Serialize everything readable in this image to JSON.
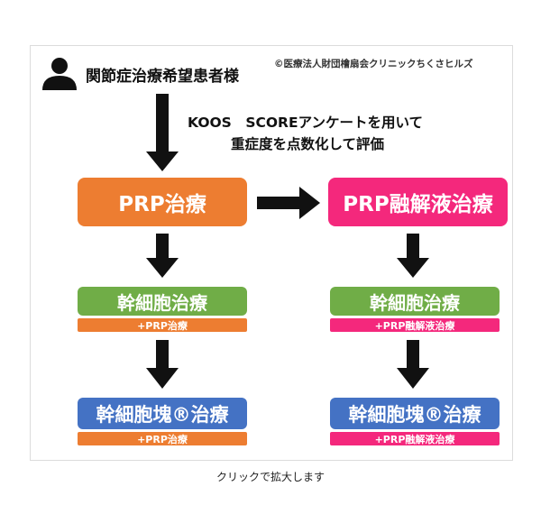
{
  "copyright": "©医療法人財団檜扇会クリニックちくさヒルズ",
  "patient_label": "関節症治療希望患者様",
  "koos_line1": "KOOS　SCOREアンケートを用いて",
  "koos_line2": "重症度を点数化して評価",
  "left_top": "PRP治療",
  "right_top": "PRP融解液治療",
  "left_mid": "幹細胞治療",
  "left_mid_sub": "+PRP治療",
  "right_mid": "幹細胞治療",
  "right_mid_sub": "+PRP融解液治療",
  "left_bottom": "幹細胞塊®治療",
  "left_bottom_sub": "+PRP治療",
  "right_bottom": "幹細胞塊®治療",
  "right_bottom_sub": "+PRP融解液治療",
  "caption": "クリックで拡大します",
  "colors": {
    "orange": "#ed7d31",
    "pink": "#f4287c",
    "green": "#70ad47",
    "blue": "#4472c4"
  },
  "icons": [
    "person-icon"
  ]
}
